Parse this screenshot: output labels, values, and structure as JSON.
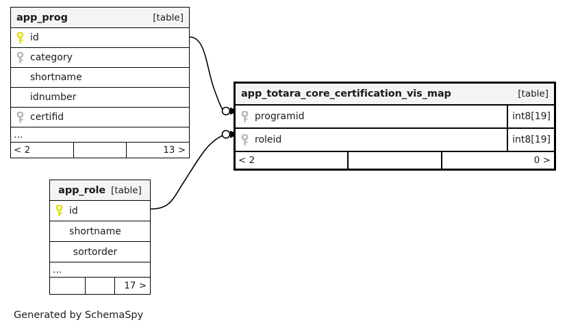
{
  "diagram": {
    "generator_credit": "Generated by SchemaSpy",
    "table_tag": "[table]",
    "ellipsis": "...",
    "empty": "",
    "key_icon_primary": "key-icon-primary",
    "key_icon_foreign": "key-icon-foreign",
    "colors": {
      "primary_key": "#e8e500",
      "foreign_key": "#b0b0b0",
      "header_bg": "#f4f4f4",
      "border": "#000000",
      "text": "#1a1a1a",
      "edge": "#000000"
    }
  },
  "tables": [
    {
      "id": "app_prog",
      "name": "app_prog",
      "tag": "[table]",
      "columns": [
        {
          "name": "id",
          "key": "primary",
          "type": ""
        },
        {
          "name": "category",
          "key": "foreign",
          "type": ""
        },
        {
          "name": "shortname",
          "key": "none",
          "type": ""
        },
        {
          "name": "idnumber",
          "key": "none",
          "type": ""
        },
        {
          "name": "certifid",
          "key": "foreign",
          "type": ""
        }
      ],
      "has_ellipsis": true,
      "footer": {
        "left": "< 2",
        "middle": "",
        "right": "13 >"
      }
    },
    {
      "id": "app_totara_core_certification_vis_map",
      "name": "app_totara_core_certification_vis_map",
      "tag": "[table]",
      "columns": [
        {
          "name": "programid",
          "key": "foreign",
          "type": "int8[19]"
        },
        {
          "name": "roleid",
          "key": "foreign",
          "type": "int8[19]"
        }
      ],
      "has_ellipsis": false,
      "footer": {
        "left": "< 2",
        "middle": "",
        "right": "0 >"
      }
    },
    {
      "id": "app_role",
      "name": "app_role",
      "tag": "[table]",
      "columns": [
        {
          "name": "id",
          "key": "primary",
          "type": ""
        },
        {
          "name": "shortname",
          "key": "none",
          "type": ""
        },
        {
          "name": "sortorder",
          "key": "none",
          "type": ""
        }
      ],
      "has_ellipsis": true,
      "footer": {
        "left": "",
        "middle": "",
        "right": "17 >"
      }
    }
  ],
  "relationships": [
    {
      "from_table": "app_prog",
      "from_column": "id",
      "to_table": "app_totara_core_certification_vis_map",
      "to_column": "programid"
    },
    {
      "from_table": "app_role",
      "from_column": "id",
      "to_table": "app_totara_core_certification_vis_map",
      "to_column": "roleid"
    }
  ]
}
